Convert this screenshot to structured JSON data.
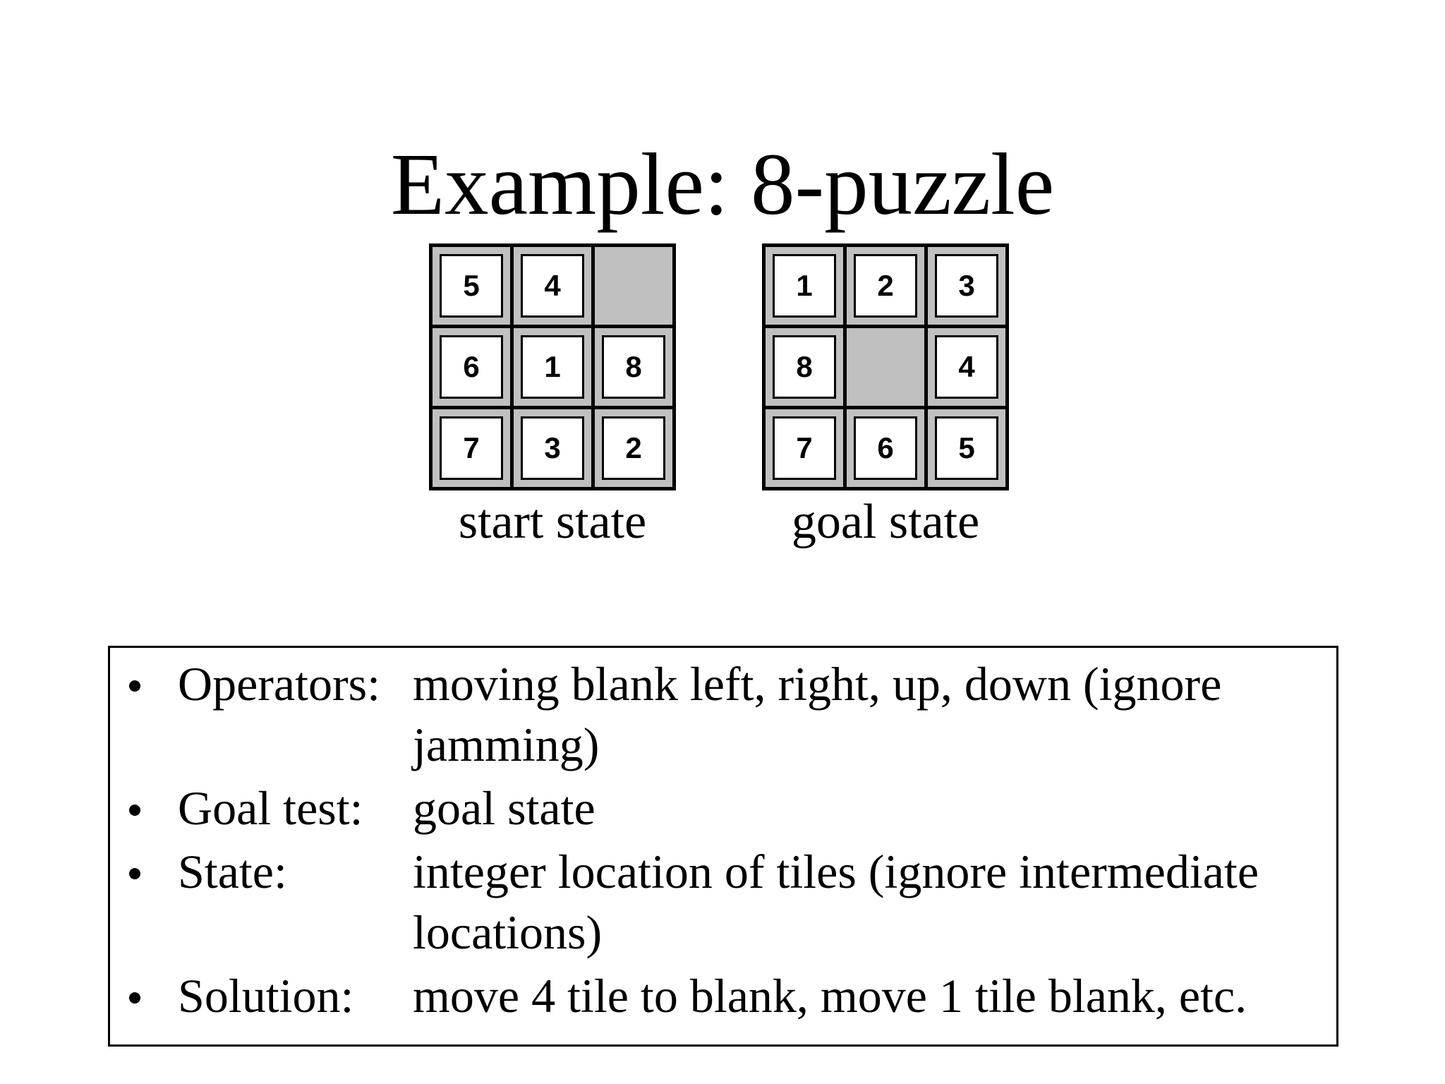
{
  "title": "Example: 8-puzzle",
  "colors": {
    "cell_background": "#c0c0c0",
    "tile_background": "#ffffff",
    "line_and_text": "#000000"
  },
  "puzzles": {
    "start": {
      "label": "start state",
      "cells": [
        "5",
        "4",
        "",
        "6",
        "1",
        "8",
        "7",
        "3",
        "2"
      ]
    },
    "goal": {
      "label": "goal state",
      "cells": [
        "1",
        "2",
        "3",
        "8",
        "",
        "4",
        "7",
        "6",
        "5"
      ]
    }
  },
  "notes": {
    "rows": [
      {
        "term": "Operators:",
        "desc1": "moving blank left, right, up, down (ignore",
        "desc2": "jamming)"
      },
      {
        "term": "Goal test:",
        "desc1": "goal state",
        "desc2": ""
      },
      {
        "term": "State:",
        "desc1": "integer location of tiles (ignore intermediate",
        "desc2": "locations)"
      },
      {
        "term": "Solution:",
        "desc1": "move 4 tile to blank, move 1 tile blank, etc.",
        "desc2": ""
      }
    ]
  }
}
